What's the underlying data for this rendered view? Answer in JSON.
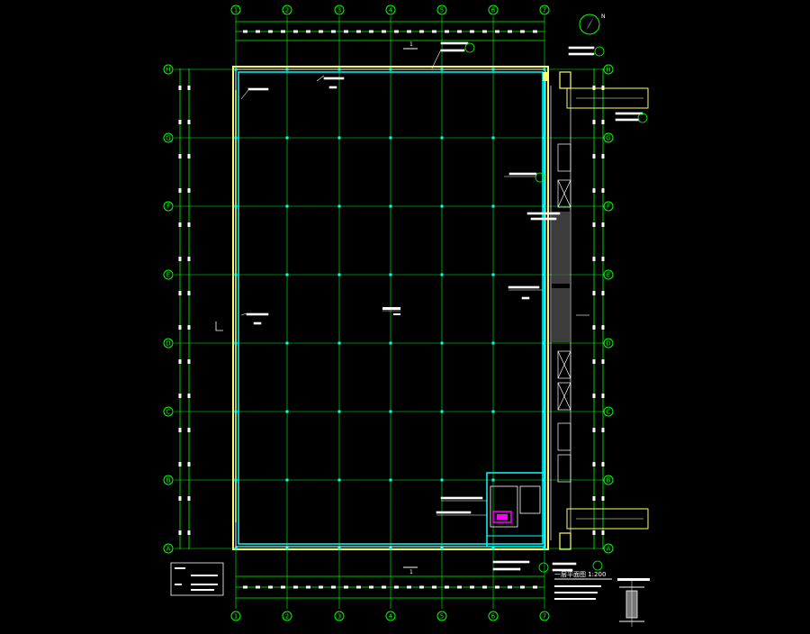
{
  "drawing": {
    "grid_columns": [
      "1",
      "2",
      "3",
      "4",
      "5",
      "6",
      "7"
    ],
    "grid_rows": [
      "H",
      "G",
      "F",
      "E",
      "D",
      "C",
      "B",
      "A"
    ],
    "section_mark_top": "1",
    "section_mark_bottom": "1",
    "plan_title": "一层平面图  1:200",
    "north_symbol": "N",
    "colors": {
      "background": "#000000",
      "grid": "#00ff00",
      "wall_cyan": "#00ffff",
      "wall_yellow": "#ffff66",
      "text": "#ffffff",
      "accent_magenta": "#ff00ff"
    }
  }
}
